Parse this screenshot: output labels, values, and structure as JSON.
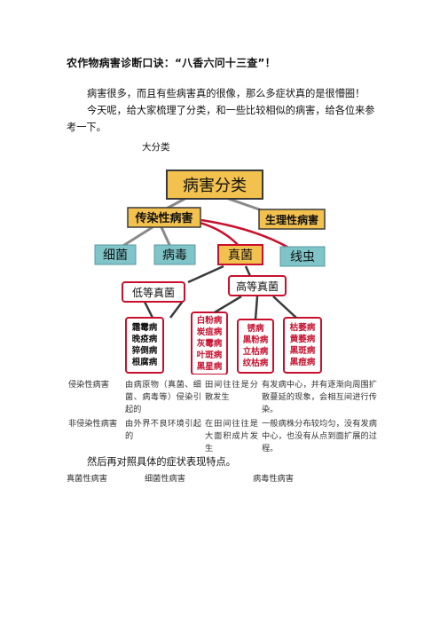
{
  "title": "农作物病害诊断口诀：“八香六问十三查”！",
  "intro": {
    "p1": "病害很多，而且有些病害真的很像，那么多症状真的是很懵圈！",
    "p2": "今天呢，给大家梳理了分类，和一些比较相似的病害，给各位来参考一下。"
  },
  "caption": "大分类",
  "diagram": {
    "root": "病害分类",
    "infectious": "传染性病害",
    "physiological": "生理性病害",
    "bacteria": "细菌",
    "virus": "病毒",
    "fungi": "真菌",
    "nematode": "线虫",
    "lower_fungi": "低等真菌",
    "higher_fungi": "高等真菌",
    "lower_list": [
      "霜霉病",
      "晚疫病",
      "猝倒病",
      "根腐病"
    ],
    "higher_list1": [
      "白粉病",
      "炭疽病",
      "灰霉病",
      "叶斑病",
      "黑星病"
    ],
    "higher_list2": [
      "锈病",
      "黑粉病",
      "立枯病",
      "纹枯病"
    ],
    "higher_list3": [
      "枯萎病",
      "黄萎病",
      "黑斑病",
      "黑痘病"
    ],
    "colors": {
      "gold": "#f2c14e",
      "red": "#c8102e",
      "teal": "#7fc4c8",
      "frame": "#3a3a3a"
    }
  },
  "table": {
    "rows": [
      {
        "type": "侵染性病害",
        "cause": "由病原物（真菌、细菌、病毒等）侵染引起的",
        "field": "田间往往是分散发生",
        "trait": "有发病中心，并有逐渐向周围扩散蔓延的现象，会相互间进行传染。"
      },
      {
        "type": "非侵染性病害",
        "cause": "由外界不良环境引起的",
        "field": "在田间往往是大面积成片发生",
        "trait": "一般病株分布较均匀，没有发病中心，也没有从点到面扩展的过程。"
      }
    ]
  },
  "followup": "然后再对照具体的症状表现特点。",
  "bottom_headers": [
    "真菌性病害",
    "细菌性病害",
    "病毒性病害"
  ]
}
